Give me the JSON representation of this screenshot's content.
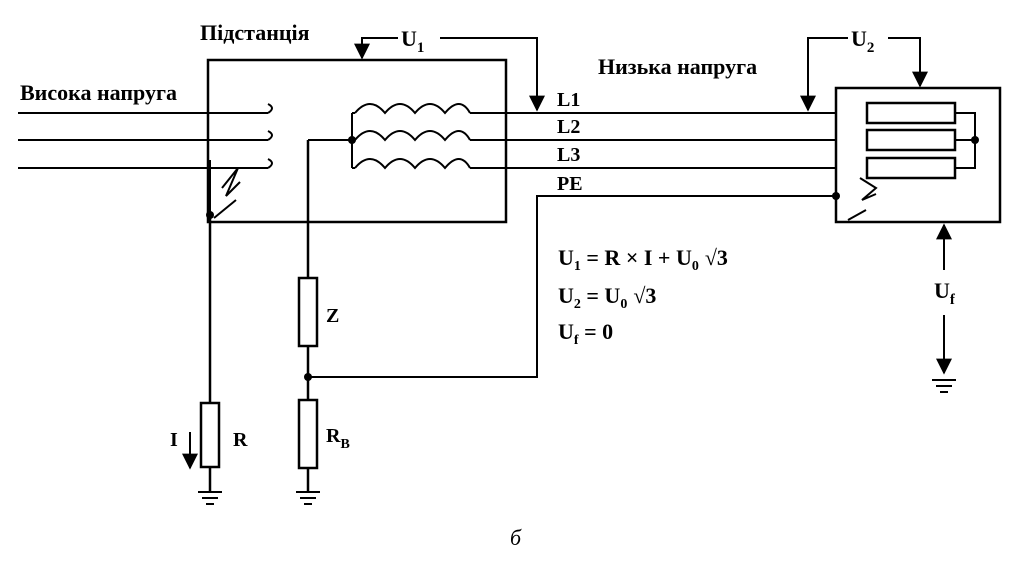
{
  "labels": {
    "substation": "Підстанція",
    "high_voltage": "Висока напруга",
    "low_voltage": "Низька напруга",
    "u1": "U",
    "u1_sub": "1",
    "u2": "U",
    "u2_sub": "2",
    "uf": "U",
    "uf_sub": "f",
    "l1": "L1",
    "l2": "L2",
    "l3": "L3",
    "pe": "PE",
    "z": "Z",
    "r": "R",
    "rb": "R",
    "rb_sub": "B",
    "current": "I",
    "caption": "б"
  },
  "formulas": {
    "f1_left": "U",
    "f1_sub": "1",
    "f1_right": " = R × I + U",
    "f1_sub0": "0",
    "f1_root": "√3",
    "f2_left": "U",
    "f2_sub": "2",
    "f2_right": " = U",
    "f2_sub0": "0",
    "f2_root": "√3",
    "f3_left": "U",
    "f3_sub": "f",
    "f3_right": " = 0"
  }
}
